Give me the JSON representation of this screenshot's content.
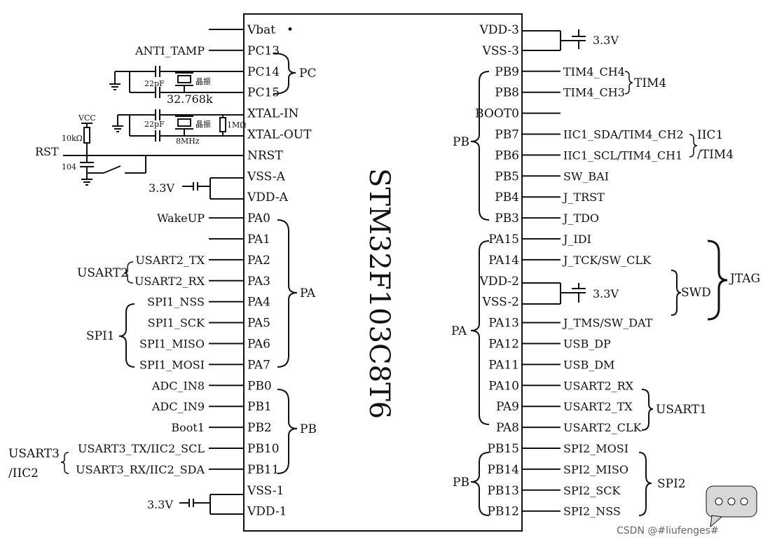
{
  "chip": {
    "name": "STM32F103C8T6",
    "vbat_dot": "•"
  },
  "left_pins": [
    {
      "pin": "Vbat",
      "signal": ""
    },
    {
      "pin": "PC13",
      "signal": "ANTI_TAMP"
    },
    {
      "pin": "PC14",
      "signal": ""
    },
    {
      "pin": "PC15",
      "signal": ""
    },
    {
      "pin": "XTAL-IN",
      "signal": ""
    },
    {
      "pin": "XTAL-OUT",
      "signal": ""
    },
    {
      "pin": "NRST",
      "signal": ""
    },
    {
      "pin": "VSS-A",
      "signal": ""
    },
    {
      "pin": "VDD-A",
      "signal": ""
    },
    {
      "pin": "PA0",
      "signal": "WakeUP"
    },
    {
      "pin": "PA1",
      "signal": ""
    },
    {
      "pin": "PA2",
      "signal": "USART2_TX"
    },
    {
      "pin": "PA3",
      "signal": "USART2_RX"
    },
    {
      "pin": "PA4",
      "signal": "SPI1_NSS"
    },
    {
      "pin": "PA5",
      "signal": "SPI1_SCK"
    },
    {
      "pin": "PA6",
      "signal": "SPI1_MISO"
    },
    {
      "pin": "PA7",
      "signal": "SPI1_MOSI"
    },
    {
      "pin": "PB0",
      "signal": "ADC_IN8"
    },
    {
      "pin": "PB1",
      "signal": "ADC_IN9"
    },
    {
      "pin": "PB2",
      "signal": "Boot1"
    },
    {
      "pin": "PB10",
      "signal": "USART3_TX/IIC2_SCL"
    },
    {
      "pin": "PB11",
      "signal": "USART3_RX/IIC2_SDA"
    },
    {
      "pin": "VSS-1",
      "signal": ""
    },
    {
      "pin": "VDD-1",
      "signal": ""
    }
  ],
  "right_pins": [
    {
      "pin": "VDD-3",
      "signal": ""
    },
    {
      "pin": "VSS-3",
      "signal": ""
    },
    {
      "pin": "PB9",
      "signal": "TIM4_CH4"
    },
    {
      "pin": "PB8",
      "signal": "TIM4_CH3"
    },
    {
      "pin": "BOOT0",
      "signal": ""
    },
    {
      "pin": "PB7",
      "signal": "IIC1_SDA/TIM4_CH2"
    },
    {
      "pin": "PB6",
      "signal": "IIC1_SCL/TIM4_CH1"
    },
    {
      "pin": "PB5",
      "signal": "SW_BAI"
    },
    {
      "pin": "PB4",
      "signal": "J_TRST"
    },
    {
      "pin": "PB3",
      "signal": "J_TDO"
    },
    {
      "pin": "PA15",
      "signal": "J_IDI"
    },
    {
      "pin": "PA14",
      "signal": "J_TCK/SW_CLK"
    },
    {
      "pin": "VDD-2",
      "signal": ""
    },
    {
      "pin": "VSS-2",
      "signal": ""
    },
    {
      "pin": "PA13",
      "signal": "J_TMS/SW_DAT"
    },
    {
      "pin": "PA12",
      "signal": "USB_DP"
    },
    {
      "pin": "PA11",
      "signal": "USB_DM"
    },
    {
      "pin": "PA10",
      "signal": "USART2_RX"
    },
    {
      "pin": "PA9",
      "signal": "USART2_TX"
    },
    {
      "pin": "PA8",
      "signal": "USART2_CLK"
    },
    {
      "pin": "PB15",
      "signal": "SPI2_MOSI"
    },
    {
      "pin": "PB14",
      "signal": "SPI2_MISO"
    },
    {
      "pin": "PB13",
      "signal": "SPI2_SCK"
    },
    {
      "pin": "PB12",
      "signal": "SPI2_NSS"
    }
  ],
  "groups": {
    "pc": "PC",
    "pa_left": "PA",
    "pb_left": "PB",
    "usart2": "USART2",
    "spi1": "SPI1",
    "usart3_line1": "USART3",
    "usart3_line2": "/IIC2",
    "pb_right_top": "PB",
    "tim4": "TIM4",
    "iic1_line1": "IIC1",
    "iic1_line2": "/TIM4",
    "pa_right": "PA",
    "swd": "SWD",
    "jtag": "JTAG",
    "usart1": "USART1",
    "pb_right_bottom": "PB",
    "spi2": "SPI2"
  },
  "components": {
    "rtc_cap": "22pF",
    "rtc_crystal_label": "晶振",
    "rtc_freq": "32.768k",
    "hse_cap": "22pF",
    "hse_crystal_label": "晶振",
    "hse_freq": "8MHz",
    "hse_resistor": "1MΩ",
    "vcc": "VCC",
    "reset_resistor": "10kΩ",
    "reset_cap": "104",
    "rst": "RST",
    "supply_vdda": "3.3V",
    "supply_vdd1": "3.3V",
    "supply_vdd3": "3.3V",
    "supply_vdd2": "3.3V"
  },
  "watermark": {
    "text": "CSDN @#liufenges#",
    "icon": "chat-bubble-icon"
  }
}
